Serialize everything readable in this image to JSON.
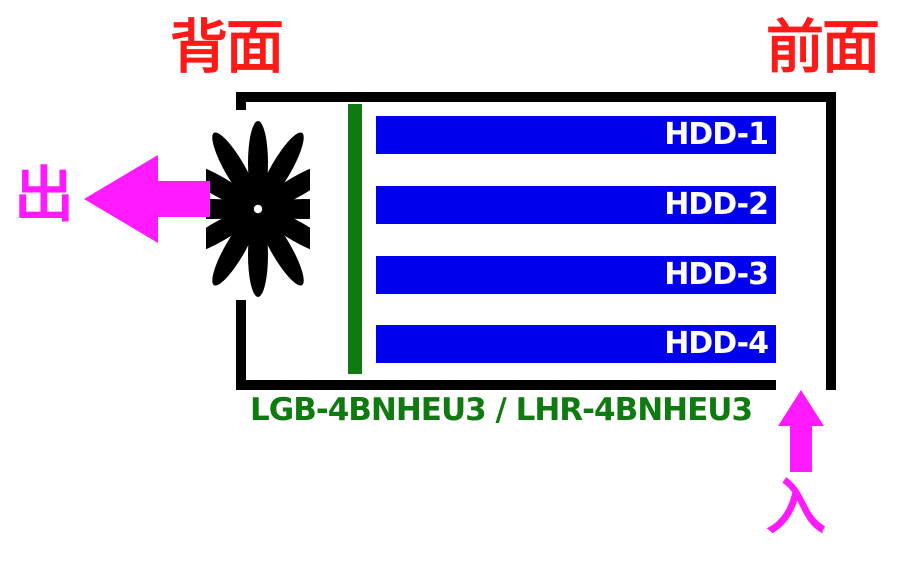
{
  "labels": {
    "back": "背面",
    "front": "前面",
    "out": "出",
    "in": "入"
  },
  "drives": [
    {
      "label": "HDD-1"
    },
    {
      "label": "HDD-2"
    },
    {
      "label": "HDD-3"
    },
    {
      "label": "HDD-4"
    }
  ],
  "model": "LGB-4BNHEU3 / LHR-4BNHEU3",
  "colors": {
    "enclosure": "#000000",
    "drive": "#0000ee",
    "backplane": "#0f7a0f",
    "airflow": "#ff1aff",
    "side_label": "#ff1a1a"
  }
}
